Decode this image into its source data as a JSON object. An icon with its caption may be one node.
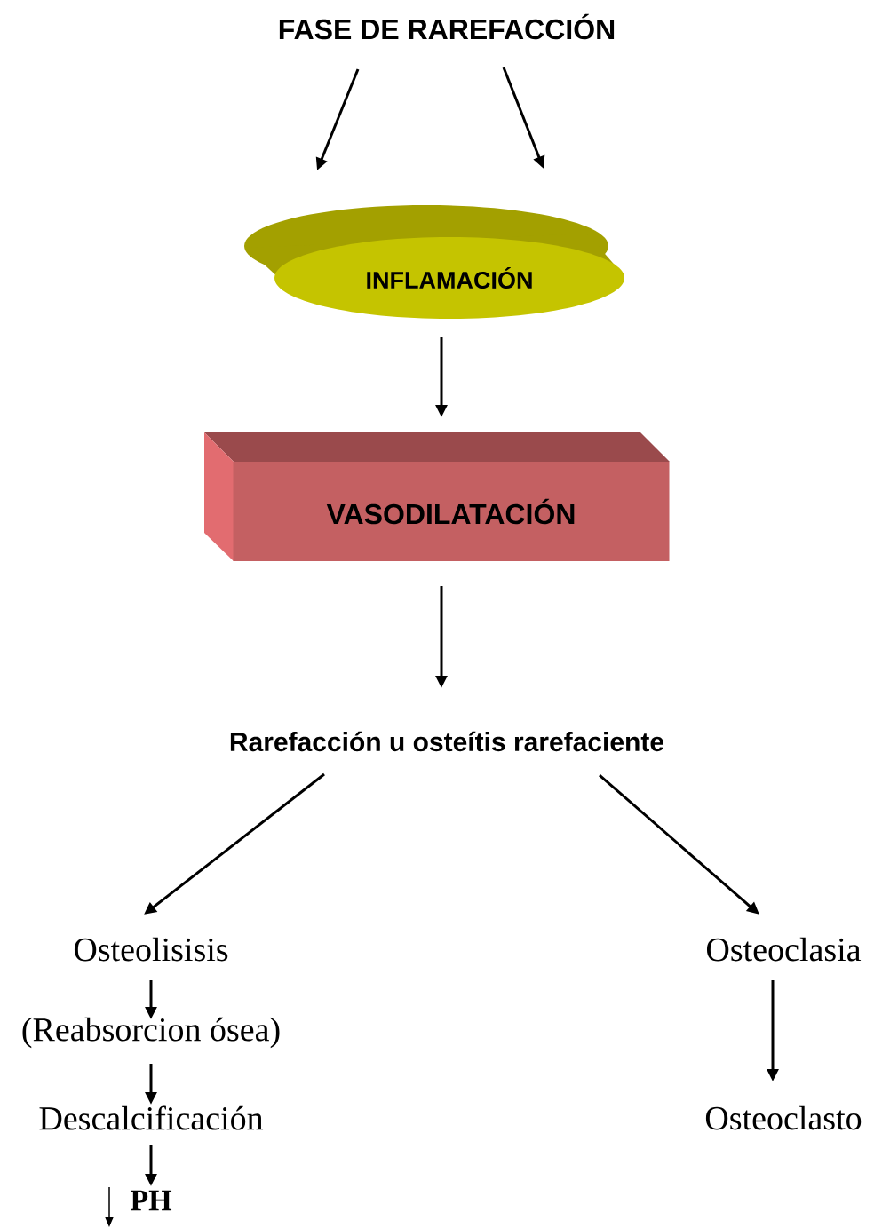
{
  "diagram": {
    "nodes": [
      {
        "text": [
          "FASE DE RAREFACCIÓN"
        ]
      },
      {
        "text": [
          "INFLAMACIÓN"
        ]
      },
      {
        "text": [
          "VASODILATACIÓN"
        ]
      },
      {
        "text": [
          "Rarefacción u osteítis rarefaciente"
        ]
      },
      {
        "text": [
          "Osteolisisis"
        ]
      },
      {
        "text": [
          "(Reabsorcion ósea)"
        ]
      },
      {
        "text": [
          "Descalcificación"
        ]
      },
      {
        "text": [
          "PH"
        ]
      },
      {
        "text": [
          "Osteoclasia"
        ]
      },
      {
        "text": [
          "Osteoclasto"
        ]
      }
    ],
    "edges": [
      {
        "from": 0,
        "to": 1,
        "arrow": "to"
      },
      {
        "from": 0,
        "to": 1,
        "arrow": "to"
      },
      {
        "from": 1,
        "to": 2,
        "arrow": "to"
      },
      {
        "from": 2,
        "to": 3,
        "arrow": "to"
      },
      {
        "from": 3,
        "to": 4,
        "arrow": "to"
      },
      {
        "from": 3,
        "to": 8,
        "arrow": "to"
      },
      {
        "from": 4,
        "to": 5,
        "arrow": "to"
      },
      {
        "from": 5,
        "to": 6,
        "arrow": "to"
      },
      {
        "from": 6,
        "to": 7,
        "arrow": "to"
      },
      {
        "from": 8,
        "to": 9,
        "arrow": "to"
      }
    ]
  }
}
